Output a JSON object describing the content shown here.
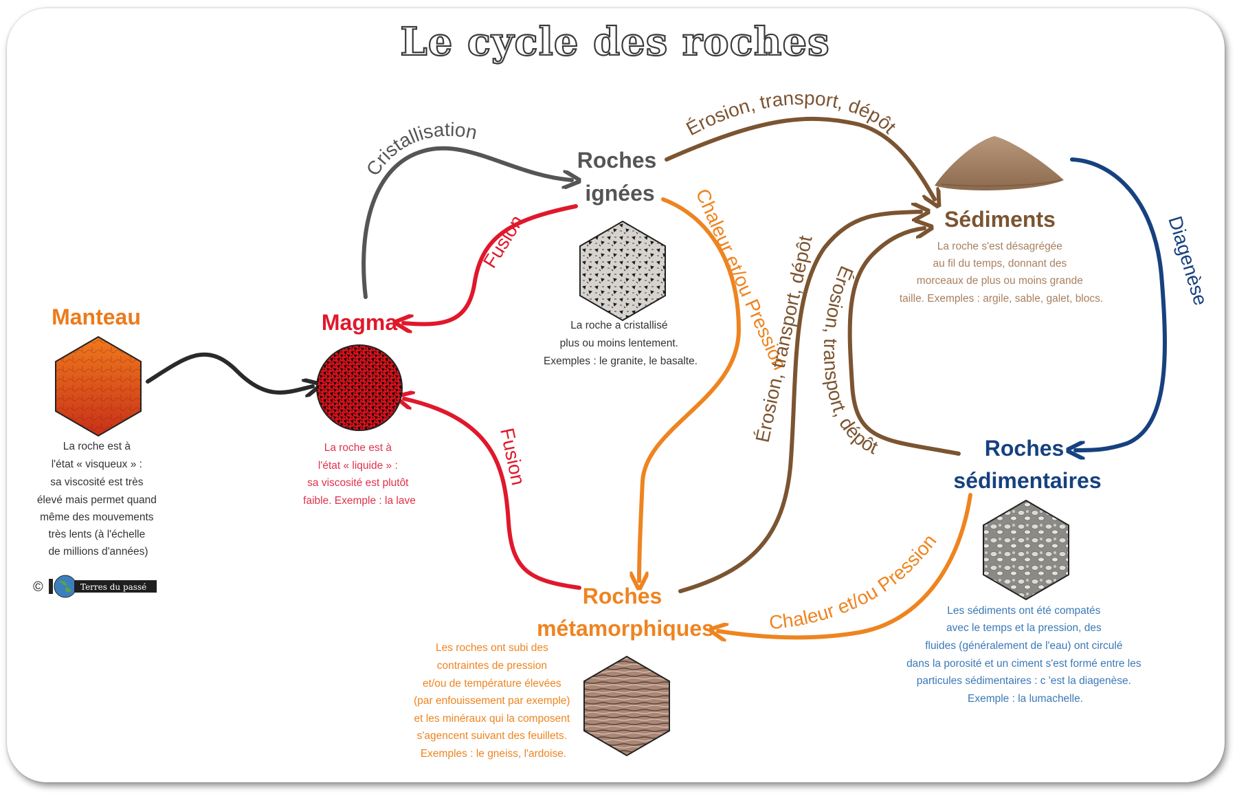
{
  "title": "Le cycle des roches",
  "colors": {
    "igneous": "#555555",
    "magma": "#e0182b",
    "mantle": "#ec7a1a",
    "metamorphic": "#ee8420",
    "sediment": "#7b5431",
    "sedimentary": "#17417f"
  },
  "nodes": {
    "manteau": {
      "label": "Manteau",
      "desc": [
        "La roche est à",
        "l'état « visqueux » :",
        "sa viscosité est très",
        "élevé mais permet quand",
        "même des mouvements",
        "très lents (à l'échelle",
        "de millions d'années)"
      ]
    },
    "magma": {
      "label": "Magma",
      "desc": [
        "La roche est à",
        "l'état « liquide » :",
        "sa viscosité est plutôt",
        "faible. Exemple : la lave"
      ]
    },
    "ignees": {
      "label_line1": "Roches",
      "label_line2": "ignées",
      "desc": [
        "La roche a cristallisé",
        "plus ou moins lentement.",
        "Exemples : le granite, le basalte."
      ]
    },
    "sediments": {
      "label": "Sédiments",
      "desc": [
        "La roche s'est désagrégée",
        "au fil du temps, donnant des",
        "morceaux de plus ou moins grande",
        "taille. Exemples : argile, sable, galet, blocs."
      ]
    },
    "sedimentaires": {
      "label_line1": "Roches",
      "label_line2": "sédimentaires",
      "desc": [
        "Les sédiments ont été compatés",
        "avec le temps et la pression, des",
        "fluides (généralement de l'eau) ont circulé",
        "dans la porosité et un ciment s'est formé entre les",
        "particules sédimentaires : c 'est la diagenèse.",
        "Exemple : la lumachelle."
      ]
    },
    "metamorphiques": {
      "label_line1": "Roches",
      "label_line2": "métamorphiques",
      "desc": [
        "Les roches ont subi des",
        "contraintes de pression",
        "et/ou de température élevées",
        "(par enfouissement par exemple)",
        "et les minéraux qui la composent",
        "s'agencent suivant des feuillets.",
        "Exemples : le gneiss, l'ardoise."
      ]
    }
  },
  "arrows": {
    "cristallisation": "Cristallisation",
    "fusion_top": "Fusion",
    "fusion_bottom": "Fusion",
    "erosion_top": "Érosion, transport, dépôt",
    "chaleur_left": "Chaleur et/ou Pression",
    "erosion_meta": "Érosion, transport, dépôt",
    "erosion_sedi": "Érosion, transport, dépôt",
    "diagenese": "Diagenèse",
    "chaleur_bottom": "Chaleur et/ou Pression"
  },
  "logo": {
    "copyright": "©",
    "text": "Terres du passé"
  }
}
